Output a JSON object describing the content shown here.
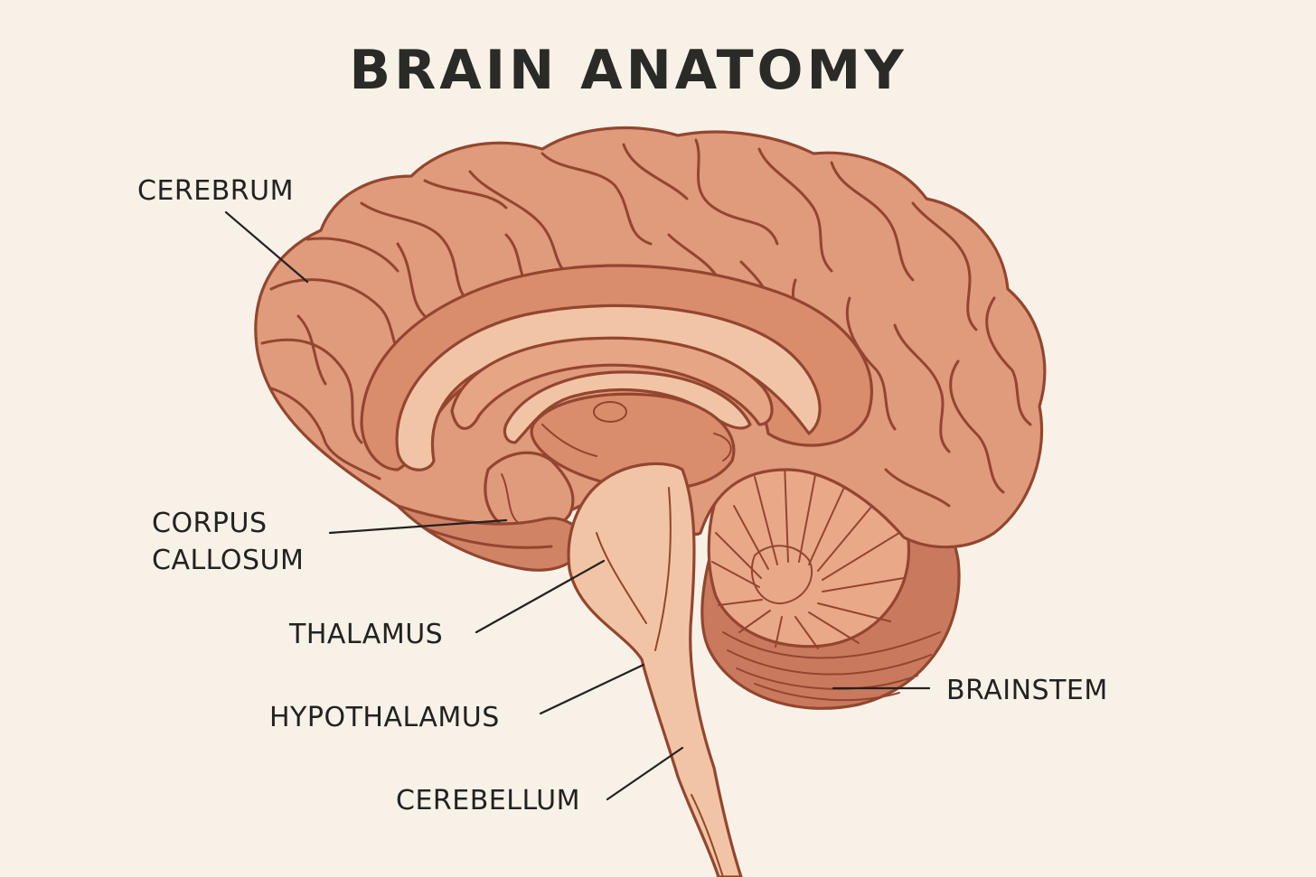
{
  "title": "BRAIN ANATOMY",
  "labels": {
    "cerebrum": "CEREBRUM",
    "corpus_line1": "CORPUS",
    "corpus_line2": "CALLOSUM",
    "thalamus": "THALAMUS",
    "hypothalamus": "HYPOTHALAMUS",
    "cerebellum": "CEREBELLUM",
    "brainstem": "BRAINSTEM"
  },
  "colors": {
    "background": "#f8f1e7",
    "cortex": "#e09a7c",
    "cortex_dark": "#c97a5e",
    "white_matter": "#f2c4a6",
    "outline": "#93462f",
    "text": "#222220"
  }
}
